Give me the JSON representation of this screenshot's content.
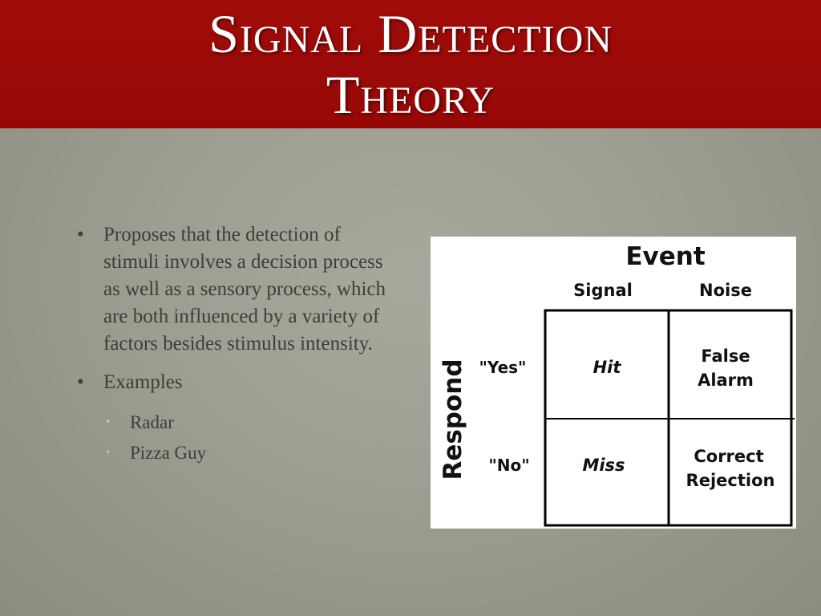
{
  "title": {
    "line1": "Signal Detection",
    "line2": "Theory"
  },
  "bullets": [
    {
      "text": "Proposes that the detection of  stimuli involves a decision process as well as a sensory process, which are both influenced by a variety of factors besides stimulus intensity."
    },
    {
      "text": "Examples",
      "sub": [
        "Radar",
        "Pizza Guy"
      ]
    }
  ],
  "figure": {
    "event_heading": "Event",
    "columns": [
      "Signal",
      "Noise"
    ],
    "respond_heading": "Respond",
    "rows": [
      "\"Yes\"",
      "\"No\""
    ],
    "cells": {
      "hit": "Hit",
      "false_alarm_1": "False",
      "false_alarm_2": "Alarm",
      "miss": "Miss",
      "correct_rejection_1": "Correct",
      "correct_rejection_2": "Rejection"
    }
  },
  "colors": {
    "title_band": "#980a08",
    "background": "#9a9a8e",
    "body_text": "#3e3e3a"
  }
}
